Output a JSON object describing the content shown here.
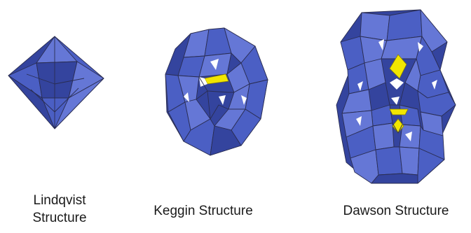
{
  "colors": {
    "polyhedron_fill": "#4b5fc4",
    "polyhedron_dark": "#34449e",
    "polyhedron_light": "#6577d6",
    "edge": "#2a2d52",
    "central_atom": "#f2e600",
    "background": "#ffffff"
  },
  "structures": [
    {
      "id": "lindqvist",
      "label_line1": "Lindqvist",
      "label_line2": "Structure"
    },
    {
      "id": "keggin",
      "label": "Keggin Structure"
    },
    {
      "id": "dawson",
      "label": "Dawson Structure"
    }
  ]
}
